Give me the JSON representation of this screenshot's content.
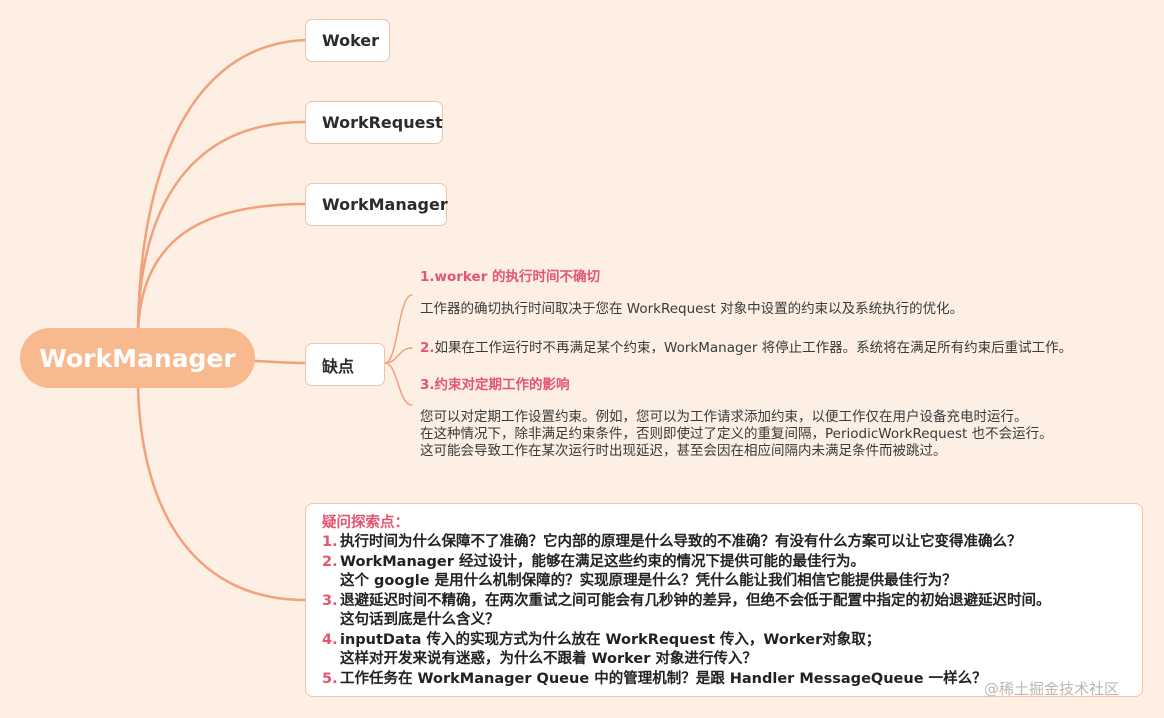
{
  "root": {
    "label": "WorkManager"
  },
  "children": {
    "woker": "Woker",
    "workrequest": "WorkRequest",
    "workmanager": "WorkManager",
    "drawbacks": "缺点"
  },
  "drawbacks": {
    "item1_title": "1.worker 的执行时间不确切",
    "item1_text": "工作器的确切执行时间取决于您在 WorkRequest 对象中设置的约束以及系统执行的优化。",
    "item2_num": "2.",
    "item2_text": "如果在工作运行时不再满足某个约束，WorkManager 将停止工作器。系统将在满足所有约束后重试工作。",
    "item3_title": "3.约束对定期工作的影响",
    "item3_lines": [
      "您可以对定期工作设置约束。例如，您可以为工作请求添加约束，以便工作仅在用户设备充电时运行。",
      "在这种情况下，除非满足约束条件，否则即使过了定义的重复间隔，PeriodicWorkRequest 也不会运行。",
      "这可能会导致工作在某次运行时出现延迟，甚至会因在相应间隔内未满足条件而被跳过。"
    ]
  },
  "questions": {
    "title": "疑问探索点：",
    "items": [
      {
        "num": "1.",
        "lines": [
          "执行时间为什么保障不了准确？它内部的原理是什么导致的不准确？有没有什么方案可以让它变得准确么？"
        ]
      },
      {
        "num": "2.",
        "lines": [
          "WorkManager 经过设计，能够在满足这些约束的情况下提供可能的最佳行为。",
          "这个 google 是用什么机制保障的？实现原理是什么？凭什么能让我们相信它能提供最佳行为？"
        ]
      },
      {
        "num": "3.",
        "lines": [
          "退避延迟时间不精确，在两次重试之间可能会有几秒钟的差异，但绝不会低于配置中指定的初始退避延迟时间。",
          "这句话到底是什么含义？"
        ]
      },
      {
        "num": "4.",
        "lines": [
          "inputData 传入的实现方式为什么放在 WorkRequest 传入，Worker对象取；",
          "这样对开发来说有迷惑，为什么不跟着 Worker 对象进行传入？"
        ]
      },
      {
        "num": "5.",
        "lines": [
          "工作任务在 WorkManager Queue 中的管理机制？是跟 Handler MessageQueue 一样么？"
        ]
      }
    ]
  },
  "watermark": "@稀土掘金技术社区",
  "colors": {
    "background": "#fdefe3",
    "root_fill": "#f7b98d",
    "branch": "#f2a17c",
    "highlight": "#e35670",
    "node_border": "#f1c2a5"
  }
}
